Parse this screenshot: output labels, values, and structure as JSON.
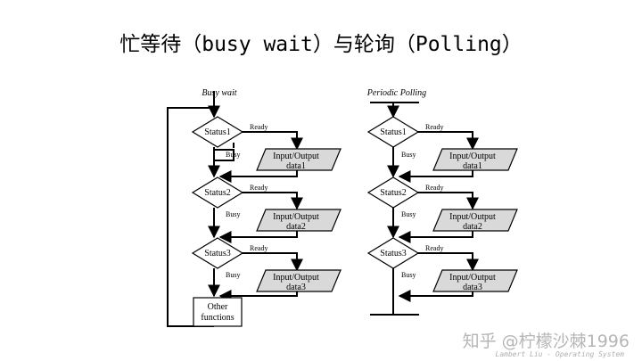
{
  "title": "忙等待（busy wait）与轮询（Polling）",
  "left": {
    "heading": "Busy wait",
    "status": [
      "Status1",
      "Status2",
      "Status3"
    ],
    "io": [
      [
        "Input/Output",
        "data1"
      ],
      [
        "Input/Output",
        "data2"
      ],
      [
        "Input/Output",
        "data3"
      ]
    ],
    "ready": "Ready",
    "busy": "Busy",
    "other": [
      "Other",
      "functions"
    ]
  },
  "right": {
    "heading": "Periodic Polling",
    "status": [
      "Status1",
      "Status2",
      "Status3"
    ],
    "io": [
      [
        "Input/Output",
        "data1"
      ],
      [
        "Input/Output",
        "data2"
      ],
      [
        "Input/Output",
        "data3"
      ]
    ],
    "ready": "Ready",
    "busy": "Busy"
  },
  "watermark": "知乎 @柠檬沙棘1996",
  "watermark_sub": "Lambert Liu - Operating System",
  "colors": {
    "io_fill": "#d9d9d9",
    "line": "#000000"
  }
}
